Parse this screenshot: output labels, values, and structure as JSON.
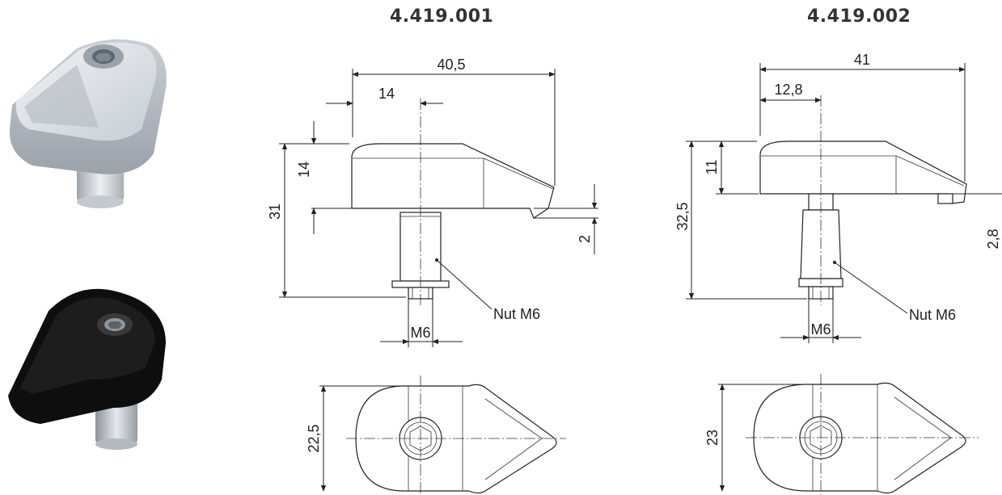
{
  "variants": [
    {
      "part_number": "4.419.001",
      "finish": "silver",
      "dimensions": {
        "length": "40,5",
        "offset": "14",
        "height_total": "31",
        "head_height": "14",
        "step": "2",
        "width": "22,5",
        "thread": "M6",
        "nut": "Nut M6"
      }
    },
    {
      "part_number": "4.419.002",
      "finish": "black",
      "dimensions": {
        "length": "41",
        "offset": "12,8",
        "height_total": "32,5",
        "head_height": "11",
        "step": "2,8",
        "width": "23",
        "thread": "M6",
        "nut": "Nut M6"
      }
    }
  ],
  "colors": {
    "silver_top": "#d8dde2",
    "silver_side": "#aeb5bc",
    "black_body": "#141414",
    "line": "#222222"
  }
}
